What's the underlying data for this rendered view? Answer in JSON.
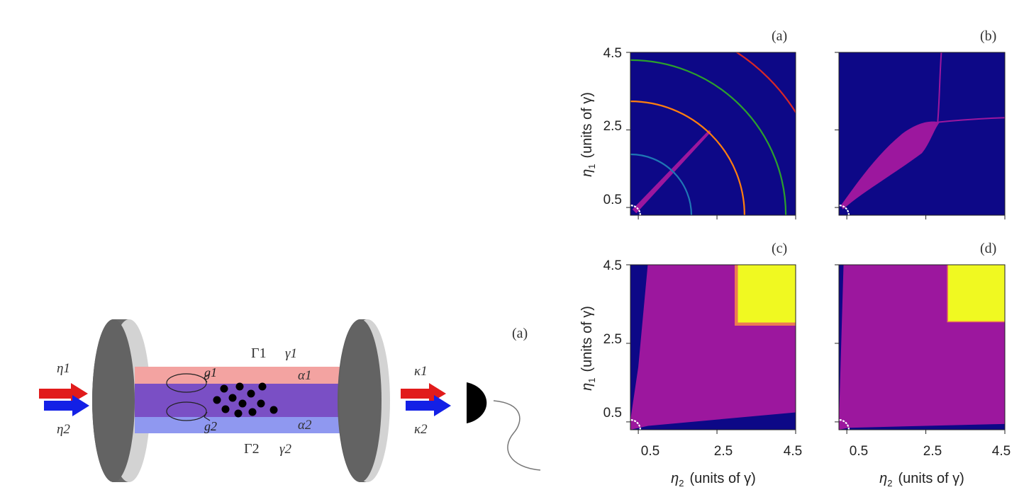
{
  "schematic": {
    "panel_label": "(a)",
    "input_1": "η1",
    "input_2": "η2",
    "output_1": "κ1",
    "output_2": "κ2",
    "decay_1": "Γ1",
    "decay_1b": "γ1",
    "decay_2": "Γ2",
    "decay_2b": "γ2",
    "coupling_1": "g1",
    "coupling_2": "g2",
    "field_1": "α1",
    "field_2": "α2"
  },
  "plots": {
    "colors": {
      "background": "#0d0887",
      "region": "#9c179e",
      "edge": "#ed7953",
      "bright": "#f0f921",
      "curve_1": "#1f77b4",
      "curve_2": "#ff7f0e",
      "curve_3": "#2ca02c",
      "curve_4": "#d62728",
      "marker": "#ffffff"
    },
    "y_label_main": "η",
    "y_label_sub": "1",
    "y_label_rest": "(units of γ)",
    "x_label_main": "η",
    "x_label_sub": "2",
    "x_label_rest": "(units of γ)",
    "y_ticks": [
      "4.5",
      "2.5",
      "0.5"
    ],
    "x_ticks": [
      "0.5",
      "2.5",
      "4.5"
    ],
    "panels": [
      {
        "label": "(a)"
      },
      {
        "label": "(b)"
      },
      {
        "label": "(c)"
      },
      {
        "label": "(d)"
      }
    ]
  },
  "chart_data": [
    {
      "type": "heatmap",
      "panel": "(a)",
      "xlabel": "η2 (units of γ)",
      "ylabel": "η1 (units of γ)",
      "xlim": [
        0.5,
        4.5
      ],
      "ylim": [
        0.5,
        4.5
      ],
      "arc_radii": [
        1.55,
        2.9,
        3.95,
        4.95
      ],
      "region": "narrow diagonal band from (0.5,0.5) to (2.4,2.4)"
    },
    {
      "type": "heatmap",
      "panel": "(b)",
      "xlabel": "η2 (units of γ)",
      "ylabel": "η1 (units of γ)",
      "xlim": [
        0.5,
        4.5
      ],
      "ylim": [
        0.5,
        4.5
      ],
      "region": "diagonal lobe from (0.5,0.5) to (2.8,2.7) with lines toward top and right edges"
    },
    {
      "type": "heatmap",
      "panel": "(c)",
      "xlabel": "η2 (units of γ)",
      "ylabel": "η1 (units of γ)",
      "xlim": [
        0.5,
        4.5
      ],
      "ylim": [
        0.5,
        4.5
      ],
      "bright_region": {
        "x": [
          3.0,
          4.5
        ],
        "y": [
          3.0,
          4.5
        ]
      }
    },
    {
      "type": "heatmap",
      "panel": "(d)",
      "xlabel": "η2 (units of γ)",
      "ylabel": "η1 (units of γ)",
      "xlim": [
        0.5,
        4.5
      ],
      "ylim": [
        0.5,
        4.5
      ],
      "bright_region": {
        "x": [
          3.05,
          4.5
        ],
        "y": [
          3.05,
          4.5
        ]
      }
    }
  ]
}
